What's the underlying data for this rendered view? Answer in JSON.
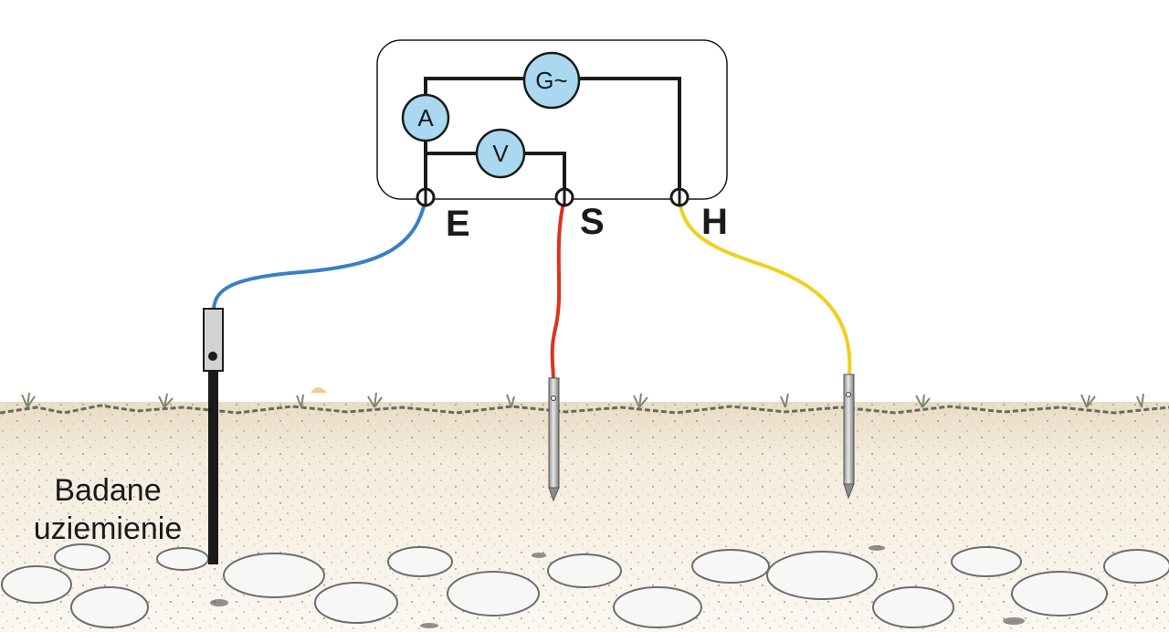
{
  "meter": {
    "generator_label": "G~",
    "ammeter_label": "A",
    "voltmeter_label": "V"
  },
  "terminals": {
    "E": "E",
    "S": "S",
    "H": "H"
  },
  "caption": {
    "line1": "Badane",
    "line2": "uziemienie"
  },
  "colors": {
    "lead_E": "#3b7fc4",
    "lead_S": "#e0321c",
    "lead_H": "#f2cf1f",
    "meter_circle": "#a9d8f0",
    "wire": "#1a1a1a"
  }
}
